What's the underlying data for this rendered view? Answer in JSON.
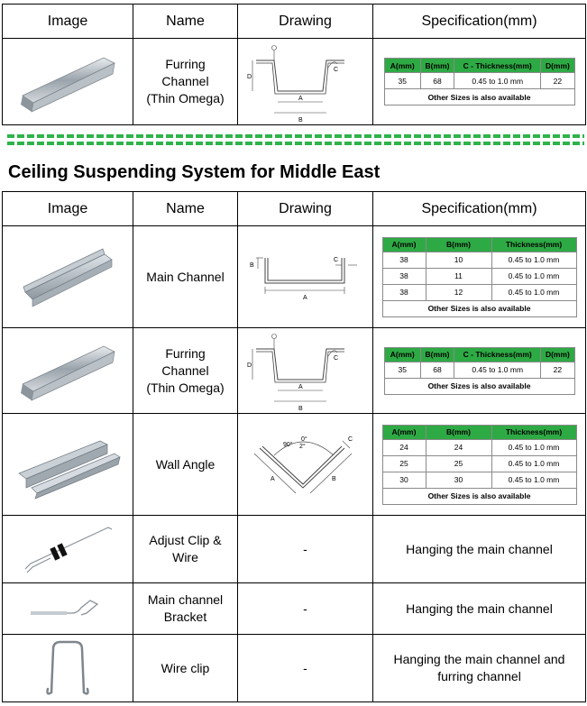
{
  "headers": {
    "image": "Image",
    "name": "Name",
    "drawing": "Drawing",
    "spec": "Specification(mm)"
  },
  "section_title": "Ceiling Suspending System for Middle East",
  "top_row": {
    "name_lines": [
      "Furring",
      "Channel",
      "(Thin Omega)"
    ],
    "spec": {
      "columns": [
        "A(mm)",
        "B(mm)",
        "C - Thickness(mm)",
        "D(mm)"
      ],
      "rows": [
        [
          "35",
          "68",
          "0.45 to 1.0 mm",
          "22"
        ]
      ],
      "note": "Other Sizes is also available"
    }
  },
  "rows": [
    {
      "name_lines": [
        "Main Channel"
      ],
      "spec": {
        "columns": [
          "A(mm)",
          "B(mm)",
          "Thickness(mm)"
        ],
        "rows": [
          [
            "38",
            "10",
            "0.45 to 1.0 mm"
          ],
          [
            "38",
            "11",
            "0.45 to 1.0 mm"
          ],
          [
            "38",
            "12",
            "0.45 to 1.0 mm"
          ]
        ],
        "note": "Other Sizes is also available"
      }
    },
    {
      "name_lines": [
        "Furring",
        "Channel",
        "(Thin Omega)"
      ],
      "spec": {
        "columns": [
          "A(mm)",
          "B(mm)",
          "C - Thickness(mm)",
          "D(mm)"
        ],
        "rows": [
          [
            "35",
            "68",
            "0.45 to 1.0 mm",
            "22"
          ]
        ],
        "note": "Other Sizes is also available"
      }
    },
    {
      "name_lines": [
        "Wall Angle"
      ],
      "spec": {
        "columns": [
          "A(mm)",
          "B(mm)",
          "Thickness(mm)"
        ],
        "rows": [
          [
            "24",
            "24",
            "0.45 to 1.0 mm"
          ],
          [
            "25",
            "25",
            "0.45 to 1.0 mm"
          ],
          [
            "30",
            "30",
            "0.45 to 1.0 mm"
          ]
        ],
        "note": "Other Sizes is also available"
      }
    },
    {
      "name_lines": [
        "Adjust Clip &",
        "Wire"
      ],
      "drawing": "-",
      "desc_lines": [
        "Hanging the main channel"
      ]
    },
    {
      "name_lines": [
        "Main channel",
        "Bracket"
      ],
      "drawing": "-",
      "desc_lines": [
        "Hanging the main channel"
      ]
    },
    {
      "name_lines": [
        "Wire clip"
      ],
      "drawing": "-",
      "desc_lines": [
        "Hanging the main channel and",
        "furring channel"
      ]
    }
  ],
  "drawing_labels": {
    "omega": {
      "a": "A",
      "b": "B",
      "c": "C",
      "d": "D"
    },
    "main": {
      "a": "A",
      "b": "B",
      "c": "C"
    },
    "angle": {
      "a": "A",
      "b": "B",
      "c": "C",
      "deg1": "0°",
      "deg2": "2°",
      "deg3": "90°"
    }
  },
  "colors": {
    "spec_header": "#2eaa45",
    "separator": "#2eb34a"
  }
}
